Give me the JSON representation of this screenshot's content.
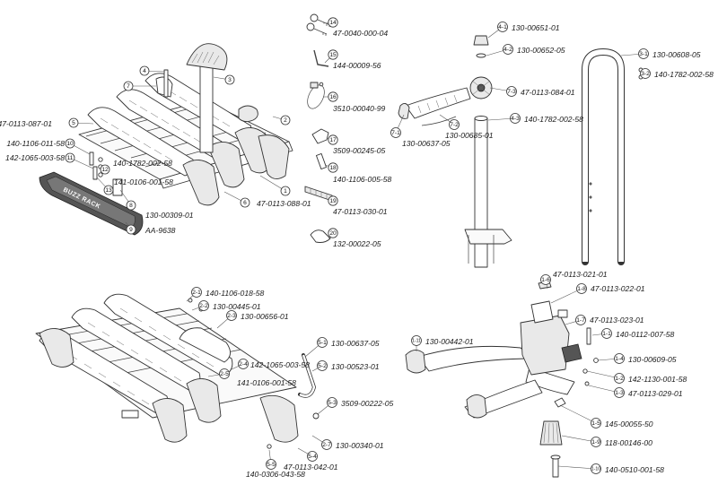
{
  "callouts": [
    {
      "id": "c14",
      "num": "14",
      "part": "47-0040-000-04"
    },
    {
      "id": "c15",
      "num": "15",
      "part": "144-00009-56"
    },
    {
      "id": "c16",
      "num": "16",
      "part": "3510-00040-99"
    },
    {
      "id": "c17",
      "num": "17",
      "part": "3509-00245-05"
    },
    {
      "id": "c18",
      "num": "18",
      "part": "140-1106-005-58"
    },
    {
      "id": "c19",
      "num": "19",
      "part": "47-0113-030-01"
    },
    {
      "id": "c20",
      "num": "20",
      "part": "132-00022-05"
    },
    {
      "id": "c1",
      "num": "1",
      "part": ""
    },
    {
      "id": "c2",
      "num": "2",
      "part": ""
    },
    {
      "id": "c3",
      "num": "3",
      "part": ""
    },
    {
      "id": "c4",
      "num": "4",
      "part": ""
    },
    {
      "id": "c5",
      "num": "5",
      "part": "47-0113-087-01"
    },
    {
      "id": "c6",
      "num": "6",
      "part": "47-0113-088-01"
    },
    {
      "id": "c7",
      "num": "7",
      "part": ""
    },
    {
      "id": "c8",
      "num": "8",
      "part": "130-00309-01"
    },
    {
      "id": "c9",
      "num": "9",
      "part": "AA-9638"
    },
    {
      "id": "c10",
      "num": "10",
      "part": "140-1106-011-58"
    },
    {
      "id": "c11",
      "num": "11",
      "part": "142-1065-003-58"
    },
    {
      "id": "c12",
      "num": "12",
      "part": "140-1782-002-58"
    },
    {
      "id": "c13",
      "num": "13",
      "part": "141-0106-001-58"
    },
    {
      "id": "c4-1",
      "num": "4-1",
      "part": "130-00651-01"
    },
    {
      "id": "c4-2",
      "num": "4-2",
      "part": "130-00652-05"
    },
    {
      "id": "c3-1",
      "num": "3-1",
      "part": "130-00608-05"
    },
    {
      "id": "c3-2",
      "num": "3-2",
      "part": "140-1782-002-58"
    },
    {
      "id": "c7-3",
      "num": "7-3",
      "part": "47-0113-084-01"
    },
    {
      "id": "c7-1",
      "num": "7-1",
      "part": "130-00637-05"
    },
    {
      "id": "c7-2",
      "num": "7-2",
      "part": "130-00685-01"
    },
    {
      "id": "c4-3",
      "num": "4-3",
      "part": "140-1782-002-58"
    },
    {
      "id": "c2-1",
      "num": "2-1",
      "part": "140-1106-018-58"
    },
    {
      "id": "c2-2",
      "num": "2-2",
      "part": "130-00445-01"
    },
    {
      "id": "c2-3",
      "num": "2-3",
      "part": "130-00656-01"
    },
    {
      "id": "c5-1",
      "num": "5-1",
      "part": "130-00637-05"
    },
    {
      "id": "c2-4",
      "num": "2-4",
      "part": "142-1065-003-58"
    },
    {
      "id": "c2-5",
      "num": "2-5",
      "part": "141-0106-001-58"
    },
    {
      "id": "c5-2",
      "num": "5-2",
      "part": "130-00523-01"
    },
    {
      "id": "c5-3",
      "num": "5-3",
      "part": "3509-00222-05"
    },
    {
      "id": "c2-7",
      "num": "2-7",
      "part": "130-00340-01"
    },
    {
      "id": "c5-4",
      "num": "5-4",
      "part": "47-0113-042-01"
    },
    {
      "id": "c5-5",
      "num": "5-5",
      "part": "140-0306-043-58"
    },
    {
      "id": "c1-6",
      "num": "1-6",
      "part": "47-0113-021-01"
    },
    {
      "id": "c1-8",
      "num": "1-8",
      "part": "47-0113-022-01"
    },
    {
      "id": "c1-7",
      "num": "1-7",
      "part": "47-0113-023-01"
    },
    {
      "id": "c1-1",
      "num": "1-1",
      "part": "140-0112-007-58"
    },
    {
      "id": "c1-11",
      "num": "1-11",
      "part": "130-00442-01"
    },
    {
      "id": "c1-4",
      "num": "1-4",
      "part": "130-00609-05"
    },
    {
      "id": "c1-2",
      "num": "1-2",
      "part": "142-1130-001-58"
    },
    {
      "id": "c1-3",
      "num": "1-3",
      "part": "47-0113-029-01"
    },
    {
      "id": "c1-5",
      "num": "1-5",
      "part": "145-00055-50"
    },
    {
      "id": "c1-9",
      "num": "1-9",
      "part": "118-00146-00"
    },
    {
      "id": "c1-10",
      "num": "1-10",
      "part": "140-0510-001-58"
    }
  ],
  "logo": {
    "plate_text": "BUZZ RACK"
  }
}
